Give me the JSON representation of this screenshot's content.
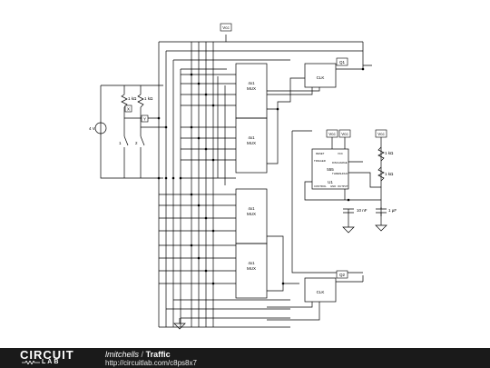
{
  "schematic": {
    "vcc_label": "Vcc",
    "battery_label": "4 V",
    "resistor_left_label": "1 kΩ",
    "resistor_right_label": "1 kΩ",
    "switch_x_label": "X",
    "switch_y_label": "Y",
    "switch_1_label": "1",
    "switch_2_label": "2",
    "mux_title_line1": "4x1",
    "mux_title_line2": "MUX",
    "flipflop_label": "CLK",
    "q1_label": "Q1",
    "q2_label": "Q2",
    "timer_label": "555",
    "timer_ref": "U1",
    "timer_reset": "RESET",
    "timer_vcc": "VCC",
    "timer_trigger": "TRIGGER",
    "timer_discharge": "DISCHARGE",
    "timer_threshold": "THRESHOLD",
    "timer_control": "CONTROL",
    "timer_gnd": "GND",
    "timer_output": "OUTPUT",
    "r_timer_1": "1 kΩ",
    "r_timer_2": "1 kΩ",
    "cap_control": "10 nF",
    "cap_timing": "1 µF"
  },
  "footer": {
    "brand_top": "CIRCUIT",
    "brand_bottom": "LAB",
    "user": "lmitchells",
    "separator": "/",
    "project": "Traffic",
    "url": "http://circuitlab.com/c8ps8x7"
  }
}
